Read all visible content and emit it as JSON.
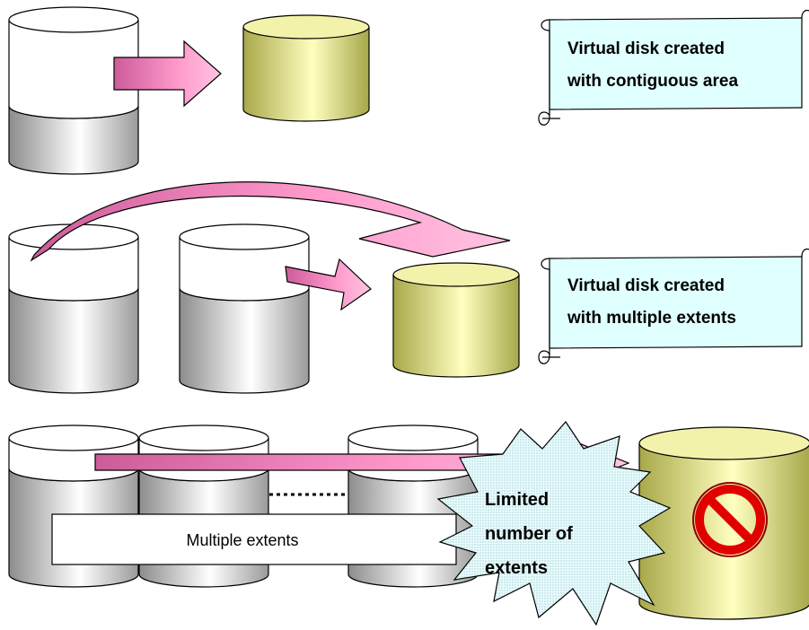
{
  "colors": {
    "disk_top": "#ffffff",
    "disk_stroke": "#000000",
    "used_gradient": [
      "#8c8c8c",
      "#ffffff",
      "#9a9a9a"
    ],
    "virtual_disk_gradient": [
      "#a8a84a",
      "#ffffc0",
      "#a6a84a"
    ],
    "virtual_disk_top": "#f2f2aa",
    "arrow_fill": "#ff9acc",
    "arrow_fill_dark": "#cc5c99",
    "scroll_fill": "#e0ffff",
    "burst_fill": "#e6ffff",
    "prohibited_red": "#e00000"
  },
  "icons": {
    "scroll": "scroll-banner",
    "burst": "explosion-burst",
    "prohibited": "prohibited-sign"
  },
  "rows": {
    "row1": {
      "caption_line1": "Virtual disk created",
      "caption_line2": "with contiguous area"
    },
    "row2": {
      "caption_line1": "Virtual disk created",
      "caption_line2": "with multiple extents"
    },
    "row3": {
      "box_label": "Multiple extents",
      "burst_line1": "Limited",
      "burst_line2": "number of",
      "burst_line3": "extents"
    }
  }
}
